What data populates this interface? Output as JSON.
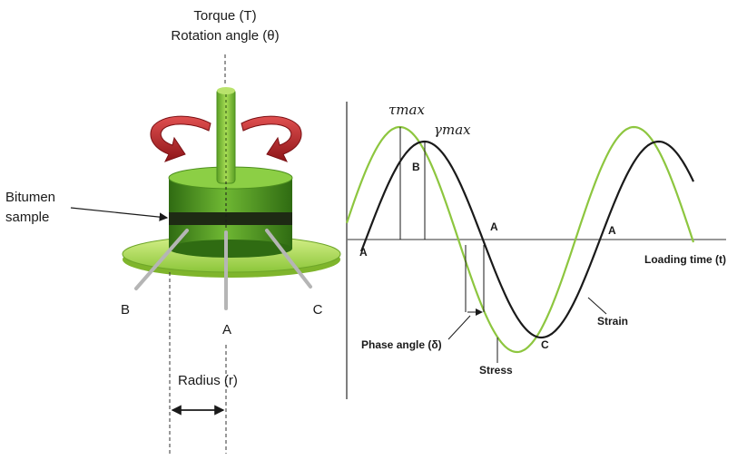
{
  "left": {
    "torque_label": "Torque (T)",
    "rotation_label": "Rotation angle (θ)",
    "sample_label_line1": "Bitumen",
    "sample_label_line2": "sample",
    "point_b": "B",
    "point_a": "A",
    "point_c": "C",
    "radius_label": "Radius (r)"
  },
  "right": {
    "tau_max": "τmax",
    "gamma_max": "γmax",
    "point_a1": "A",
    "point_b": "B",
    "point_a2": "A",
    "point_a3": "A",
    "point_c": "C",
    "loading_time": "Loading time (t)",
    "phase_angle": "Phase angle (δ)",
    "stress": "Stress",
    "strain": "Strain"
  },
  "colors": {
    "stress_curve": "#8dc63f",
    "strain_curve": "#1a1a1a",
    "plate_green": "#a6d94a",
    "cylinder_green": "#4d8f1f",
    "arrow_red": "#c0272d"
  }
}
